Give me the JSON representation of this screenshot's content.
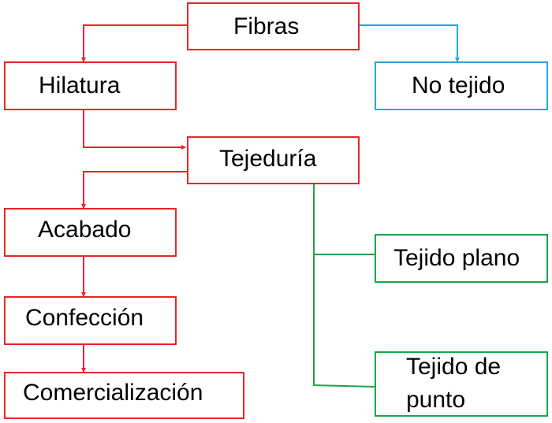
{
  "diagram": {
    "nodes": {
      "fibras": "Fibras",
      "no_tejido": "No tejido",
      "hilatura": "Hilatura",
      "tejeduria": "Tejeduría",
      "acabado": "Acabado",
      "confeccion": "Confección",
      "comercializacion": "Comercialización",
      "tejido_plano": "Tejido plano",
      "tejido_punto_line1": "Tejido de",
      "tejido_punto_line2": "punto"
    },
    "colors": {
      "main_flow": "#e8262a",
      "no_tejido_branch": "#2aa6d8",
      "weave_types": "#1aa54a"
    }
  }
}
